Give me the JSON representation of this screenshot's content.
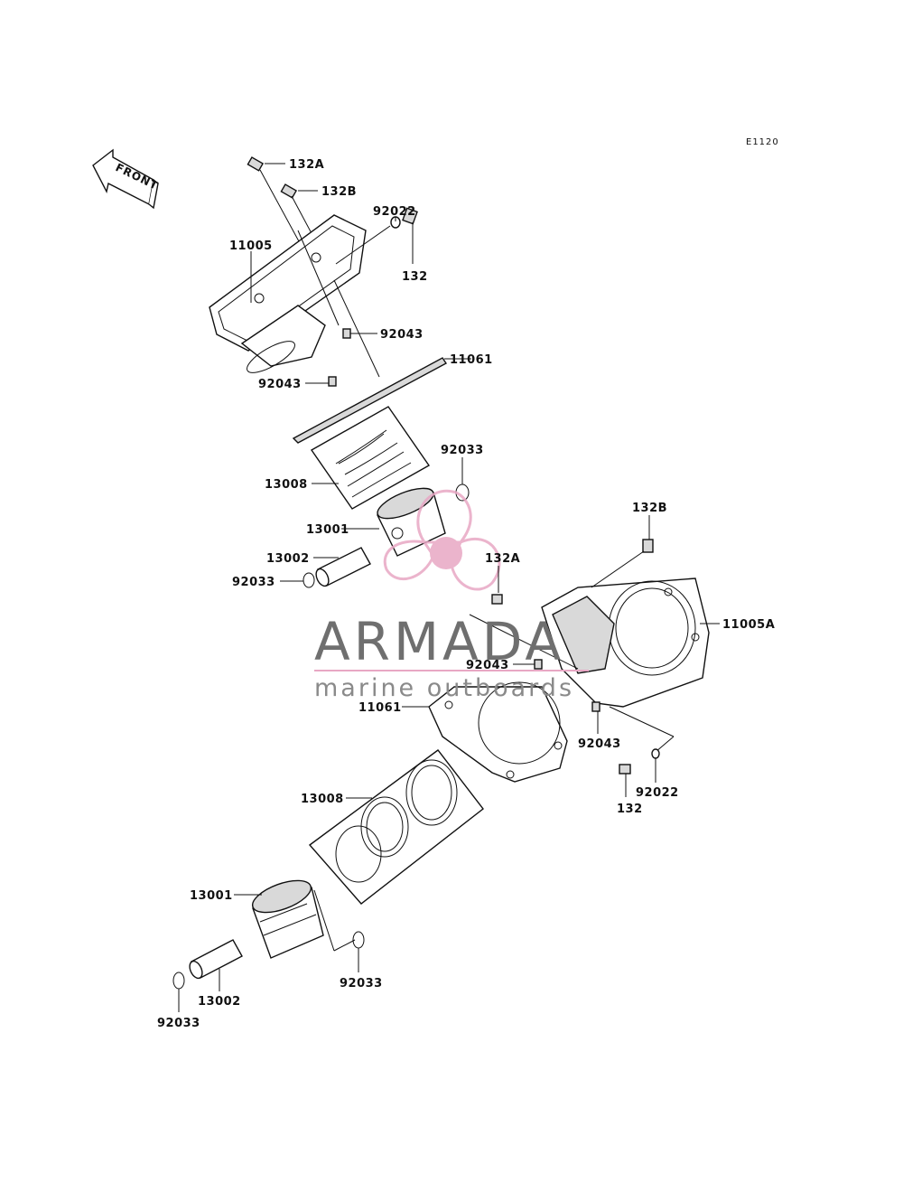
{
  "reference_code": "E1120",
  "direction_label": "FRONT",
  "watermark": {
    "title": "ARMADA",
    "subtitle": "marine outboards",
    "accent_color": "#e8a7c4",
    "text_color": "#6f6f6f"
  },
  "callouts": {
    "a132a": "132A",
    "a132b": "132B",
    "a92022": "92022",
    "a132": "132",
    "a11005": "11005",
    "a92043_1": "92043",
    "a11061_1": "11061",
    "a92043_2": "92043",
    "a92033_1": "92033",
    "a13008_1": "13008",
    "a13001_1": "13001",
    "a13002_1": "13002",
    "a92033_2": "92033",
    "b132b": "132B",
    "b132a": "132A",
    "b11005a": "11005A",
    "b92043_1": "92043",
    "b11061": "11061",
    "b92043_2": "92043",
    "b92022": "92022",
    "b132": "132",
    "b13008": "13008",
    "b13001": "13001",
    "b92033_1": "92033",
    "b13002": "13002",
    "b92033_2": "92033"
  }
}
